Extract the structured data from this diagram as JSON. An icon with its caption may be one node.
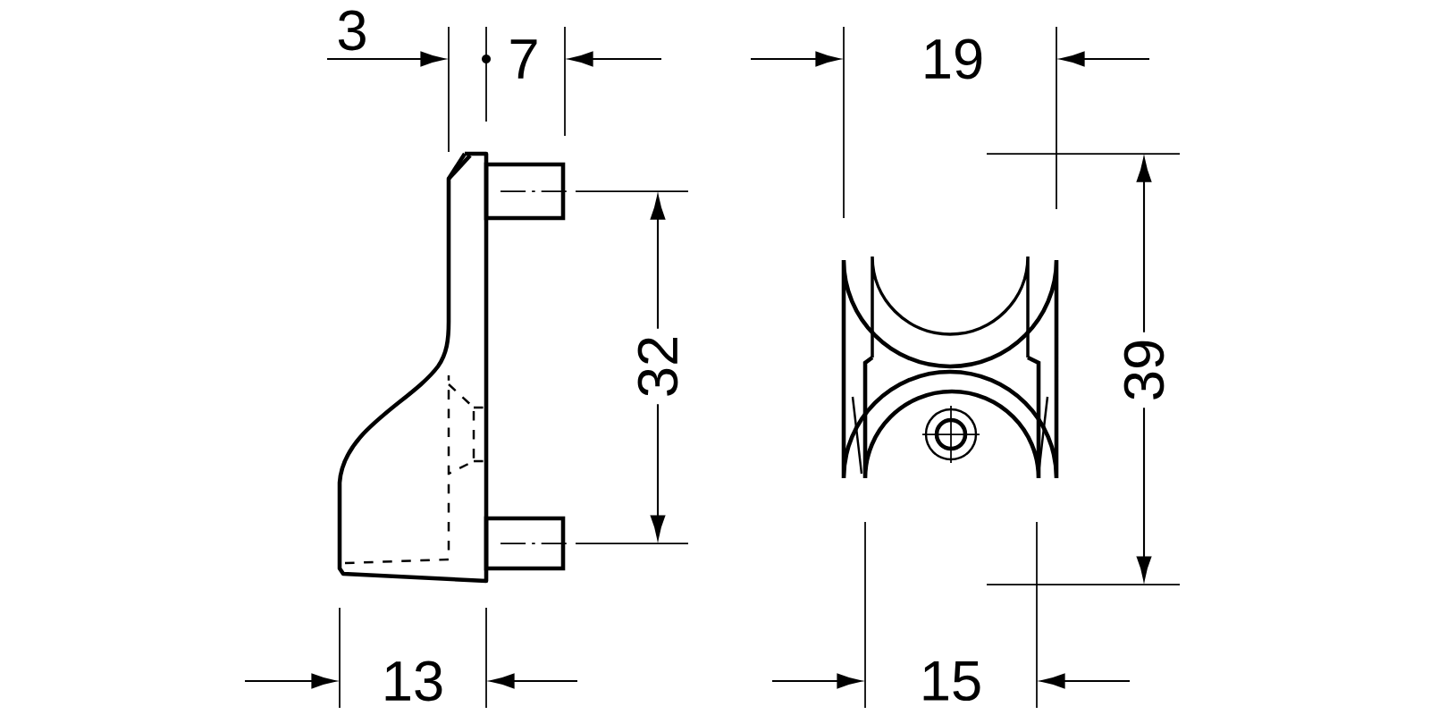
{
  "diagram": {
    "labels": [
      "3",
      "7",
      "19",
      "32",
      "39",
      "13",
      "15"
    ]
  }
}
